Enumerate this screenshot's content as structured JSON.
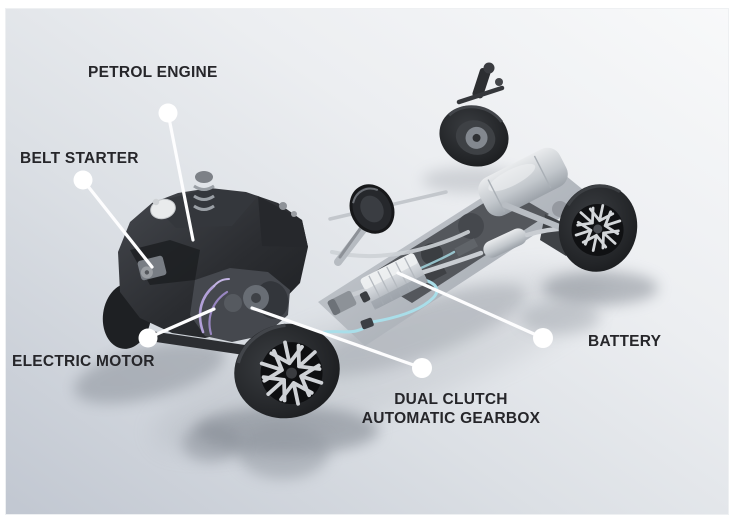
{
  "figure": {
    "type": "annotated-cutaway-diagram",
    "subject": "hybrid vehicle powertrain chassis",
    "callouts": [
      {
        "id": "petrol-engine",
        "label": "PETROL ENGINE"
      },
      {
        "id": "belt-starter",
        "label": "BELT STARTER"
      },
      {
        "id": "electric-motor",
        "label": "ELECTRIC MOTOR"
      },
      {
        "id": "battery",
        "label": "BATTERY"
      },
      {
        "id": "dual-clutch-gearbox",
        "label_line1": "DUAL CLUTCH",
        "label_line2": "AUTOMATIC GEARBOX"
      }
    ],
    "colors": {
      "label_text": "#26262a",
      "leader_line": "#ffffff",
      "callout_dot": "#ffffff",
      "hv_cable_teal": "#a9dee9",
      "motor_cable_purple": "#b2a0d8",
      "backdrop_light": "#f8f9fa",
      "backdrop_dark": "#c1c7d1",
      "tire": "#1a1b1d",
      "metal_silver": "#c9cdd3",
      "engine_dark": "#2b2d31"
    }
  }
}
